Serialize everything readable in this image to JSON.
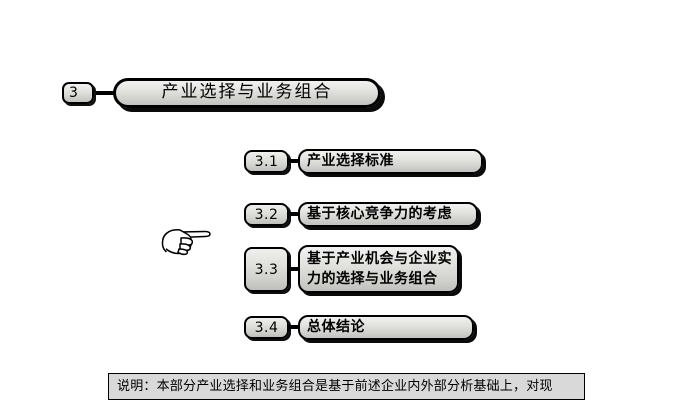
{
  "slide": {
    "chapter": {
      "number": "3",
      "title": "产业选择与业务组合"
    },
    "sections": [
      {
        "number": "3.1",
        "title": "产业选择标准"
      },
      {
        "number": "3.2",
        "title": "基于核心竞争力的考虑"
      },
      {
        "number": "3.3",
        "title": "基于产业机会与企业实力的选择与业务组合"
      },
      {
        "number": "3.4",
        "title": "总体结论"
      }
    ],
    "pointer_icon": "pointing-hand-icon",
    "note": {
      "text": "说明：本部分产业选择和业务组合是基于前述企业内外部分析基础上，对现"
    }
  },
  "colors": {
    "box_fill_top": "#f1f1ef",
    "box_fill_bottom": "#c0c0bc",
    "border": "#000000",
    "note_fill": "#d9d9d9",
    "background": "#ffffff"
  }
}
